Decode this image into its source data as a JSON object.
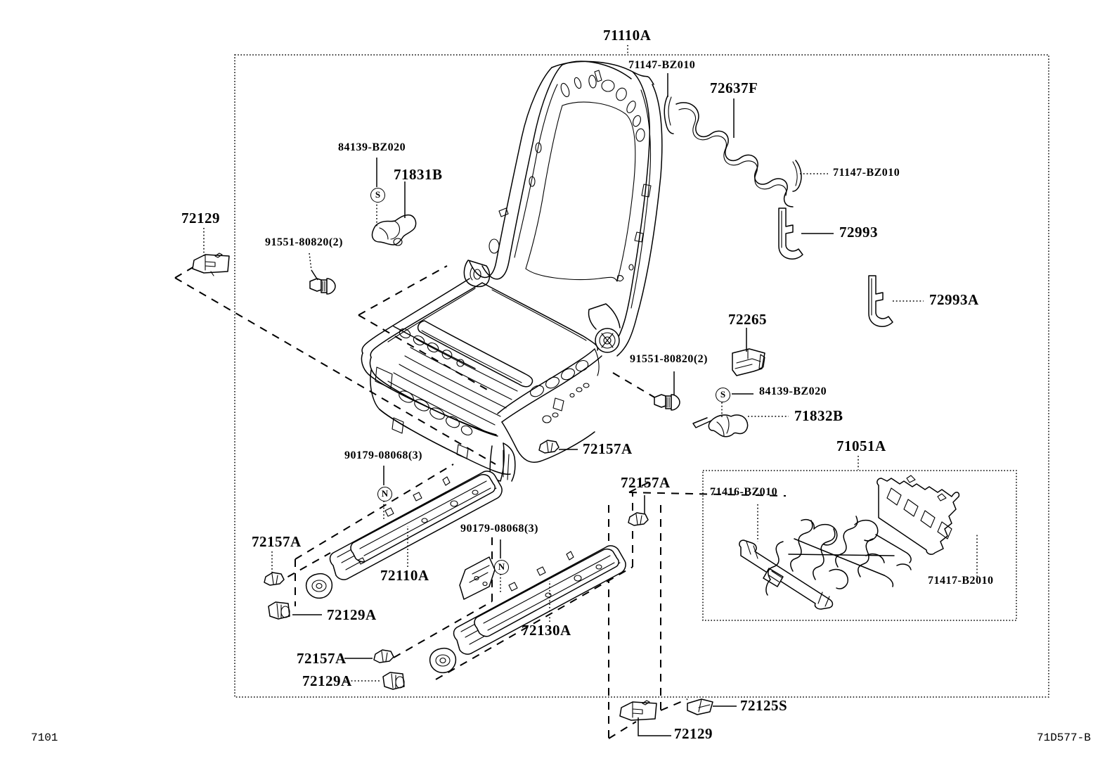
{
  "diagram": {
    "page_code": "7101",
    "figure_code": "71D577-B",
    "main_box": {
      "present": true
    },
    "inset_box": {
      "label": "71051A"
    }
  },
  "labels": {
    "top_assembly": "71110A",
    "spring_hook_top": "71147-BZ010",
    "spring": "72637F",
    "spring_hook_bottom": "71147-BZ010",
    "clip_72129_left": "72129",
    "nut_84139_left": "84139-BZ020",
    "cover_71831B": "71831B",
    "bolt_left": "91551-80820(2)",
    "hook_72993": "72993",
    "hook_72993a": "72993A",
    "bracket_72265": "72265",
    "bolt_right": "91551-80820(2)",
    "nut_84139_right": "84139-BZ020",
    "cover_71832B": "71832B",
    "clip_72157a_mid": "72157A",
    "clip_72157a_upper_right": "72157A",
    "screw_90179_left": "90179-08068(3)",
    "screw_90179_right": "90179-08068(3)",
    "clip_72157a_far_left": "72157A",
    "rail_72110a": "72110A",
    "clip_72129a_left": "72129A",
    "clip_72157a_lower": "72157A",
    "clip_72129a_lower": "72129A",
    "rail_72130a": "72130A",
    "inset_title": "71051A",
    "inset_part_left": "71416-BZ010",
    "inset_part_right": "71417-B2010",
    "clip_72125s": "72125S",
    "clip_72129_bottom": "72129"
  },
  "callout_markers": {
    "s_left": "S",
    "s_right": "S",
    "n_left": "N",
    "n_right": "N"
  },
  "colors": {
    "line": "#000000",
    "background": "#ffffff"
  }
}
